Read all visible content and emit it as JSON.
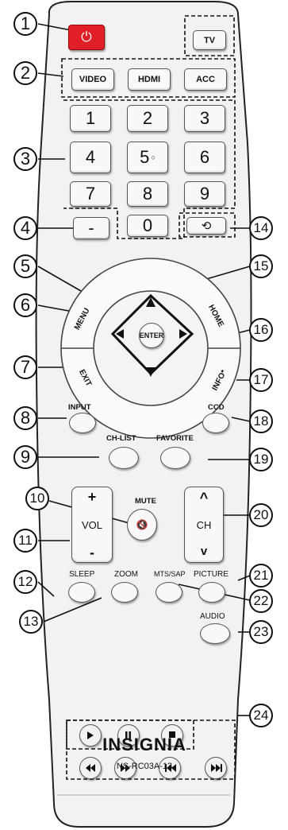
{
  "power": {
    "label": "⏻"
  },
  "source": {
    "tv": "TV",
    "video": "VIDEO",
    "hdmi": "HDMI",
    "acc": "ACC"
  },
  "digits": [
    "1",
    "2",
    "3",
    "4",
    "5",
    "6",
    "7",
    "8",
    "9"
  ],
  "dash": "-",
  "zero": "0",
  "nav": {
    "menu": "MENU",
    "exit": "EXIT",
    "home": "HOME",
    "info": "INFO",
    "info_mark": "*",
    "enter": "ENTER"
  },
  "buttons": {
    "input": "INPUT",
    "ch_list": "CH-LIST",
    "favorite": "FAVORITE",
    "ccd": "CCD",
    "mute": "MUTE",
    "sleep": "SLEEP",
    "zoom": "ZOOM",
    "mts_sap": "MTS/SAP",
    "picture": "PICTURE",
    "audio": "AUDIO"
  },
  "vol": {
    "plus": "+",
    "label": "VOL",
    "minus": "-"
  },
  "ch": {
    "up": "^",
    "label": "CH",
    "down": "v"
  },
  "brand": {
    "name": "INSIGNIA",
    "model": "NS-RC03A-13"
  },
  "callouts": [
    "1",
    "2",
    "3",
    "4",
    "5",
    "6",
    "7",
    "8",
    "9",
    "10",
    "11",
    "12",
    "13",
    "14",
    "15",
    "16",
    "17",
    "18",
    "19",
    "20",
    "21",
    "22",
    "23",
    "24"
  ],
  "colors": {
    "power": "#e01f26",
    "body": "#f2f2f2",
    "outline": "#222222"
  }
}
